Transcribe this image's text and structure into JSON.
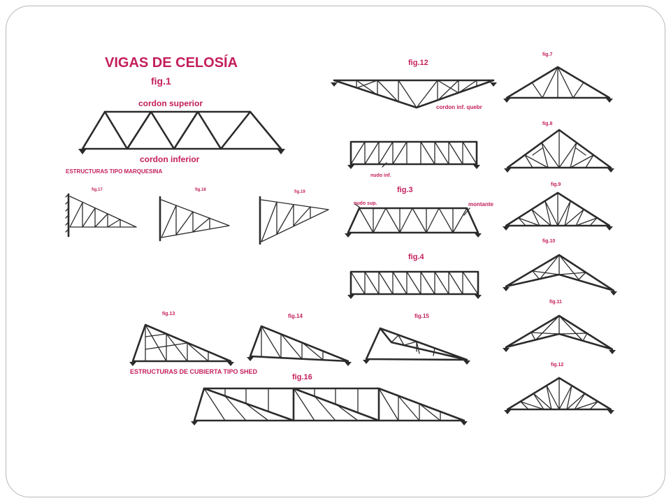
{
  "title": "VIGAS DE CELOSÍA",
  "labels": {
    "fig1": "fig.1",
    "cordon_superior": "cordon superior",
    "cordon_inferior": "cordon inferior",
    "marquesina": "ESTRUCTURAS TIPO MARQUESINA",
    "fig17": "fig.17",
    "fig18": "fig.18",
    "fig19": "fig.19",
    "fig12_top": "fig.12",
    "cordon_inf_quebr": "cordon inf. quebr",
    "nudo_inf": "nudo inf.",
    "fig3": "fig.3",
    "nudo_sup": "nudo sup.",
    "montante": "montante",
    "fig4": "fig.4",
    "fig7": "fig.7",
    "fig8": "fig.8",
    "fig9": "fig.9",
    "fig10": "fig.10",
    "fig11": "fig.11",
    "fig12_right": "fig.12",
    "fig13": "fig.13",
    "fig14": "fig.14",
    "fig15": "fig.15",
    "shed": "ESTRUCTURAS DE CUBIERTA TIPO SHED",
    "fig16": "fig.16"
  },
  "colors": {
    "label": "#c41e5b",
    "line": "#2b2b2b",
    "border": "#b8b8b8"
  }
}
